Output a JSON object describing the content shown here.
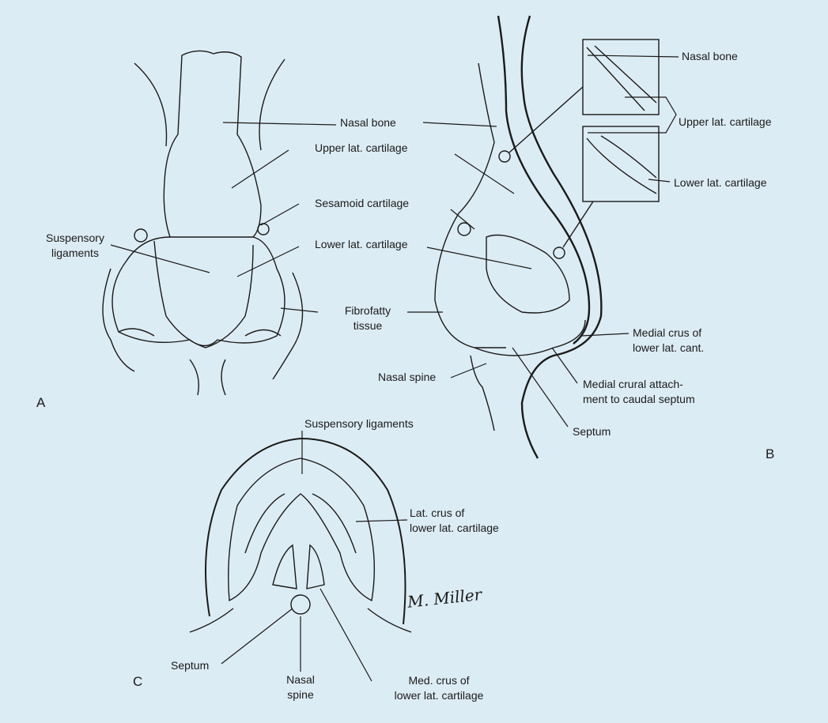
{
  "panel_a": {
    "letter": "A",
    "labels": {
      "nasal_bone": "Nasal bone",
      "upper_lat": "Upper lat. cartilage",
      "sesamoid": "Sesamoid cartilage",
      "suspensory_1": "Suspensory",
      "suspensory_2": "ligaments",
      "lower_lat": "Lower lat. cartilage",
      "fibro_1": "Fibrofatty",
      "fibro_2": "tissue"
    }
  },
  "panel_b": {
    "letter": "B",
    "labels": {
      "nasal_bone": "Nasal bone",
      "upper_lat": "Upper lat. cartilage",
      "lower_lat": "Lower lat. cartilage",
      "medial_crus_1": "Medial crus of",
      "medial_crus_2": "lower lat. cant.",
      "nasal_spine": "Nasal spine",
      "attach_1": "Medial crural attach-",
      "attach_2": "ment to caudal septum",
      "septum": "Septum"
    }
  },
  "panel_c": {
    "letter": "C",
    "labels": {
      "suspensory": "Suspensory ligaments",
      "lat_crus_1": "Lat. crus of",
      "lat_crus_2": "lower lat. cartilage",
      "septum": "Septum",
      "spine_1": "Nasal",
      "spine_2": "spine",
      "med_crus_1": "Med. crus of",
      "med_crus_2": "lower lat. cartilage"
    }
  },
  "signature": "M. Miller"
}
